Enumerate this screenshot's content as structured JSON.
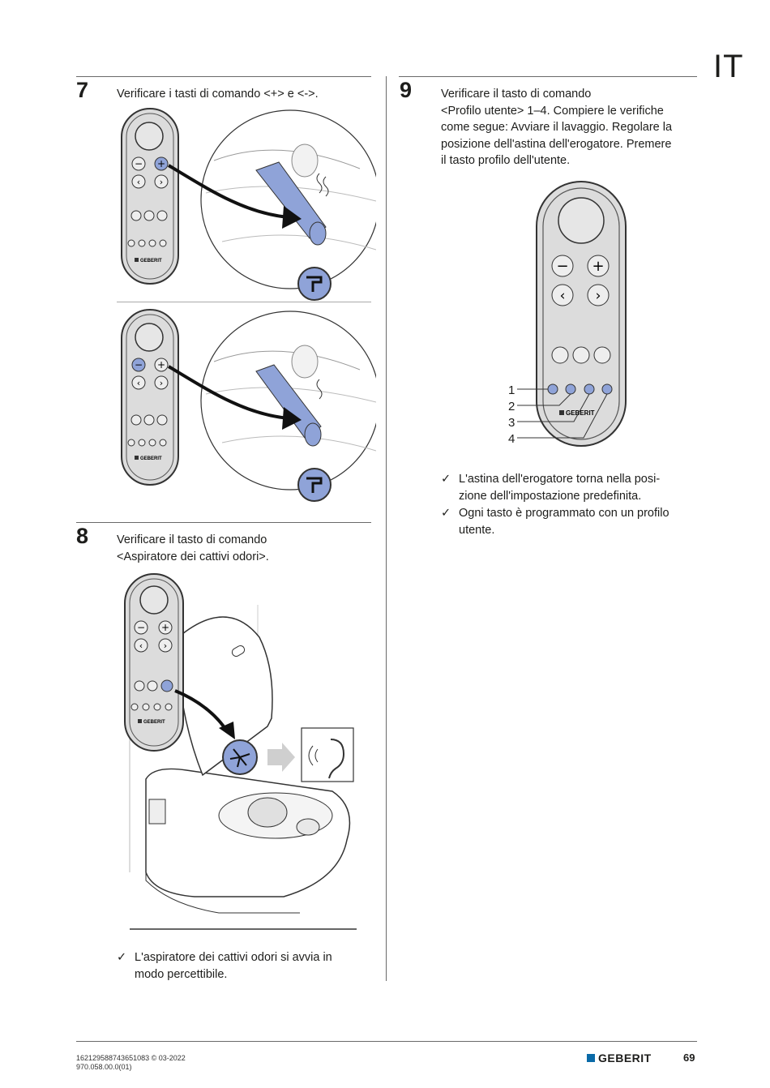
{
  "header": {
    "language": "IT"
  },
  "step7": {
    "number": "7",
    "text": "Verificare i tasti di comando <+> e <->."
  },
  "step8": {
    "number": "8",
    "text_line1": "Verificare il tasto di comando",
    "text_line2": "<Aspiratore dei cattivi odori>.",
    "result": [
      "L'aspiratore dei cattivi odori si avvia in",
      "modo percettibile."
    ]
  },
  "step9": {
    "number": "9",
    "text_lines": [
      "Verificare il tasto di comando",
      "<Profilo utente> 1–4. Compiere le verifiche",
      "come segue: Avviare il lavaggio. Regolare la",
      "posizione dell'astina dell'erogatore. Premere",
      "il tasto profilo dell'utente."
    ],
    "callouts": [
      "1",
      "2",
      "3",
      "4"
    ],
    "results": [
      [
        "L'astina dell'erogatore torna nella posi-",
        "zione dell'impostazione predefinita."
      ],
      [
        "Ogni tasto è programmato con un profilo",
        "utente."
      ]
    ]
  },
  "remote": {
    "brand_label": "GEBERIT"
  },
  "check_mark": "✓",
  "footer": {
    "doc_line1": "162129588743651083 © 03-2022",
    "doc_line2": "970.058.00.0(01)",
    "brand": "GEBERIT",
    "page": "69"
  },
  "colors": {
    "accent_blue": "#8fa3d8",
    "brand_blue": "#0a6aa8",
    "remote_grey": "#dcdcdc"
  }
}
